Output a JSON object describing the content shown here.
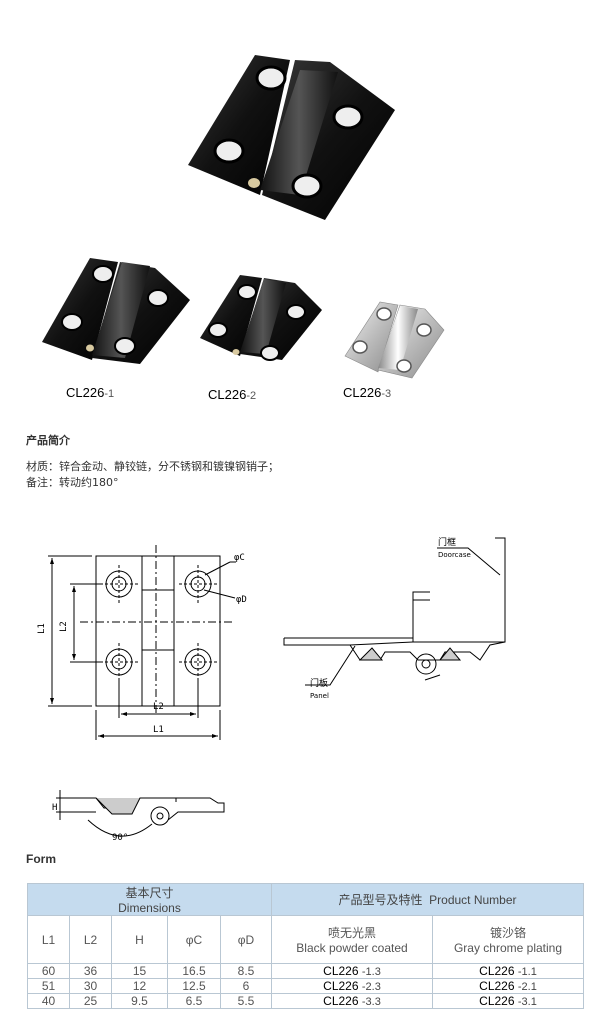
{
  "variants": [
    {
      "code": "CL226",
      "suffix": "-1"
    },
    {
      "code": "CL226",
      "suffix": "-2"
    },
    {
      "code": "CL226",
      "suffix": "-3"
    }
  ],
  "intro": {
    "title": "产品简介",
    "material": "材质：锌合金动、静铰链，分不锈钢和镀镍钢销子；",
    "remark": "备注：转动约180°"
  },
  "drawing": {
    "phiC": "φC",
    "phiD": "φD",
    "L1": "L1",
    "L2": "L2",
    "H": "H",
    "angle": "90°",
    "doorframe_cn": "门框",
    "doorframe_en": "Doorcase",
    "panel_cn": "门板",
    "panel_en": "Panel"
  },
  "form_title": "Form",
  "table": {
    "dims_cn": "基本尺寸",
    "dims_en": "Dimensions",
    "pn_cn": "产品型号及特性",
    "pn_en": "Product Number",
    "cols": [
      "L1",
      "L2",
      "H",
      "φC",
      "φD"
    ],
    "black_cn": "喷无光黑",
    "black_en": "Black powder coated",
    "chrome_cn": "镀沙铬",
    "chrome_en": "Gray chrome plating",
    "rows": [
      {
        "L1": "60",
        "L2": "36",
        "H": "15",
        "C": "16.5",
        "D": "8.5",
        "black_code": "CL226",
        "black_suf": "-1.3",
        "chrome_code": "CL226",
        "chrome_suf": "-1.1"
      },
      {
        "L1": "51",
        "L2": "30",
        "H": "12",
        "C": "12.5",
        "D": "6",
        "black_code": "CL226",
        "black_suf": "-2.3",
        "chrome_code": "CL226",
        "chrome_suf": "-2.1"
      },
      {
        "L1": "40",
        "L2": "25",
        "H": "9.5",
        "C": "6.5",
        "D": "5.5",
        "black_code": "CL226",
        "black_suf": "-3.3",
        "chrome_code": "CL226",
        "chrome_suf": "-3.1"
      }
    ]
  }
}
